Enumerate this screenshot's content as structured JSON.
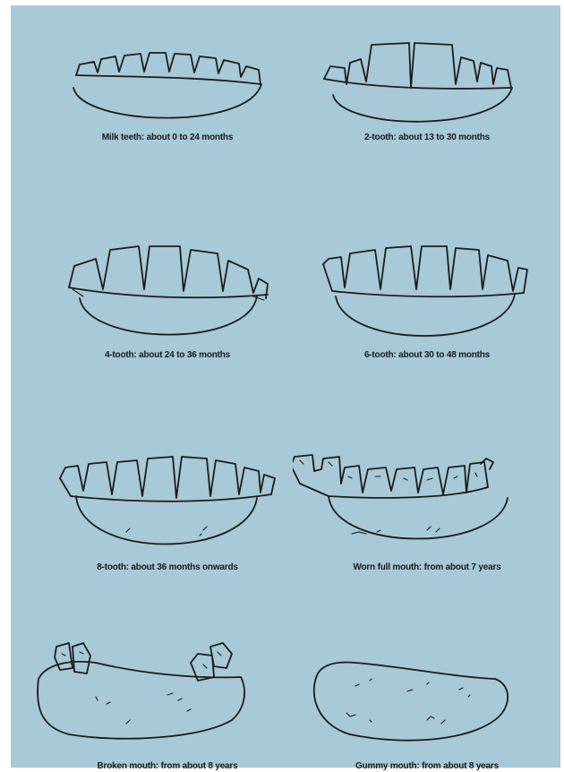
{
  "stages": [
    {
      "caption": "Milk teeth: about 0 to 24 months",
      "icon": "milk-teeth-jaw-drawing"
    },
    {
      "caption": "2-tooth: about 13 to 30 months",
      "icon": "two-tooth-jaw-drawing"
    },
    {
      "caption": "4-tooth: about 24 to 36 months",
      "icon": "four-tooth-jaw-drawing"
    },
    {
      "caption": "6-tooth: about 30 to 48 months",
      "icon": "six-tooth-jaw-drawing"
    },
    {
      "caption": "8-tooth: about 36 months onwards",
      "icon": "eight-tooth-jaw-drawing"
    },
    {
      "caption": "Worn full mouth: from about 7 years",
      "icon": "worn-mouth-jaw-drawing"
    },
    {
      "caption": "Broken mouth: from about 8 years",
      "icon": "broken-mouth-jaw-drawing"
    },
    {
      "caption": "Gummy mouth: from about 8 years",
      "icon": "gummy-mouth-jaw-drawing"
    }
  ],
  "colors": {
    "background": "#a7c9d8",
    "ink": "#1c1c1c"
  }
}
